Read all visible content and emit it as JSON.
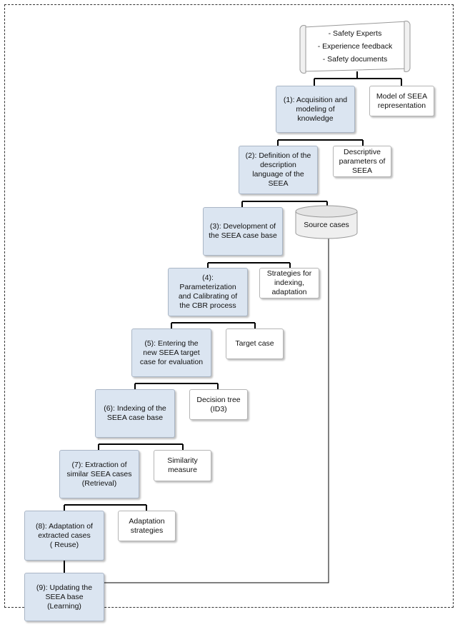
{
  "scroll": {
    "items": [
      "- Safety Experts",
      "- Experience feedback",
      "- Safety documents"
    ]
  },
  "steps": [
    {
      "label": "(1): Acquisition and\nmodeling of\nknowledge"
    },
    {
      "label": "(2): Definition of the\ndescription\nlanguage  of the\nSEEA"
    },
    {
      "label": "(3): Development of\nthe SEEA case base"
    },
    {
      "label": "(4):\nParameterization\nand Calibrating of\nthe CBR process"
    },
    {
      "label": "(5): Entering the\nnew SEEA target\ncase for evaluation"
    },
    {
      "label": "(6): Indexing of the\nSEEA  case base"
    },
    {
      "label": "(7): Extraction of\nsimilar  SEEA cases\n(Retrieval)"
    },
    {
      "label": "(8): Adaptation of\nextracted cases\n( Reuse)"
    },
    {
      "label": "(9): Updating the\nSEEA base\n(Learning)"
    }
  ],
  "aux": [
    {
      "label": "Model of SEEA\nrepresentation"
    },
    {
      "label": "Descriptive\nparameters of\nSEEA"
    },
    {
      "label": "Strategies for\nindexing,\nadaptation"
    },
    {
      "label": "Target case"
    },
    {
      "label": "Decision tree\n(ID3)"
    },
    {
      "label": "Similarity\nmeasure"
    },
    {
      "label": "Adaptation\nstrategies"
    }
  ],
  "database": {
    "label": "Source cases"
  },
  "colors": {
    "step_fill": "#dbe5f1",
    "aux_fill": "#ffffff",
    "line": "#000000"
  }
}
